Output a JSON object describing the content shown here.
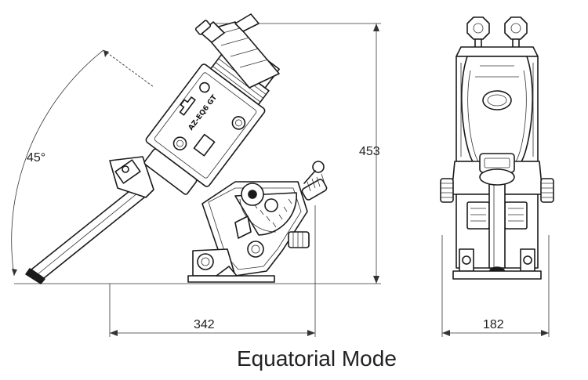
{
  "dimensions": {
    "angle": "45°",
    "height": "453",
    "side_width": "342",
    "front_width": "182"
  },
  "caption": "Equatorial Mode",
  "model_badge": "AZ-EQ6 GT"
}
